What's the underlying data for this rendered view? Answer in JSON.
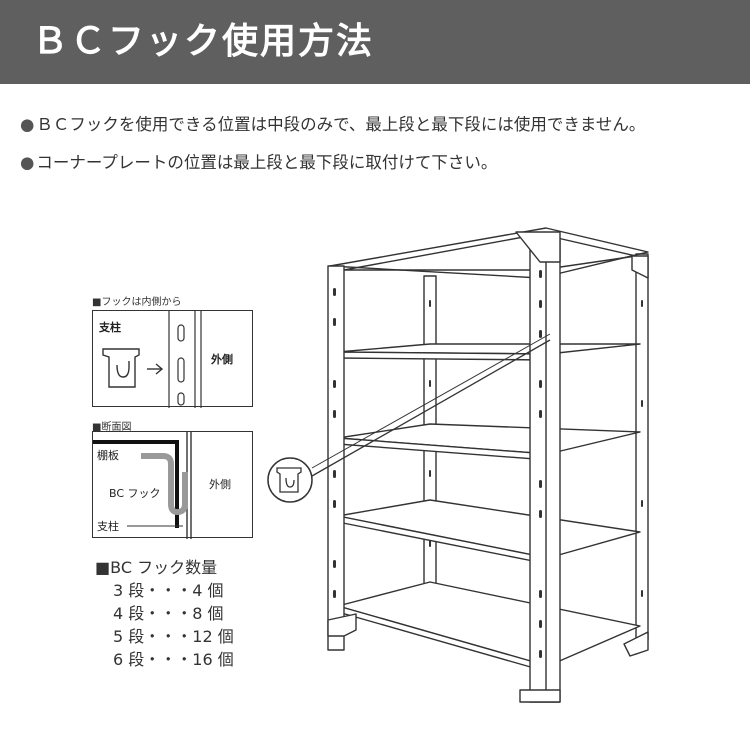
{
  "header": {
    "title": "ＢＣフック使用方法",
    "bg_color": "#5f5f5f"
  },
  "notes": [
    {
      "bullet": "●",
      "text": "ＢＣフックを使用できる位置は中段のみで、最上段と最下段には使用できません。"
    },
    {
      "bullet": "●",
      "text": "コーナープレートの位置は最上段と最下段に取付けて下さい。"
    }
  ],
  "panel_inside": {
    "caption": "■フックは内側から",
    "pillar_label": "支柱",
    "outside_label": "外側"
  },
  "panel_section": {
    "caption": "■断面図",
    "shelf_label": "棚板",
    "hook_label": "BC フック",
    "pillar_label": "支柱",
    "outside_label": "外側"
  },
  "quantity": {
    "title": "■BC フック数量",
    "rows": [
      "3 段・・・4 個",
      "4 段・・・8 個",
      "5 段・・・12 個",
      "6 段・・・16 個"
    ]
  }
}
